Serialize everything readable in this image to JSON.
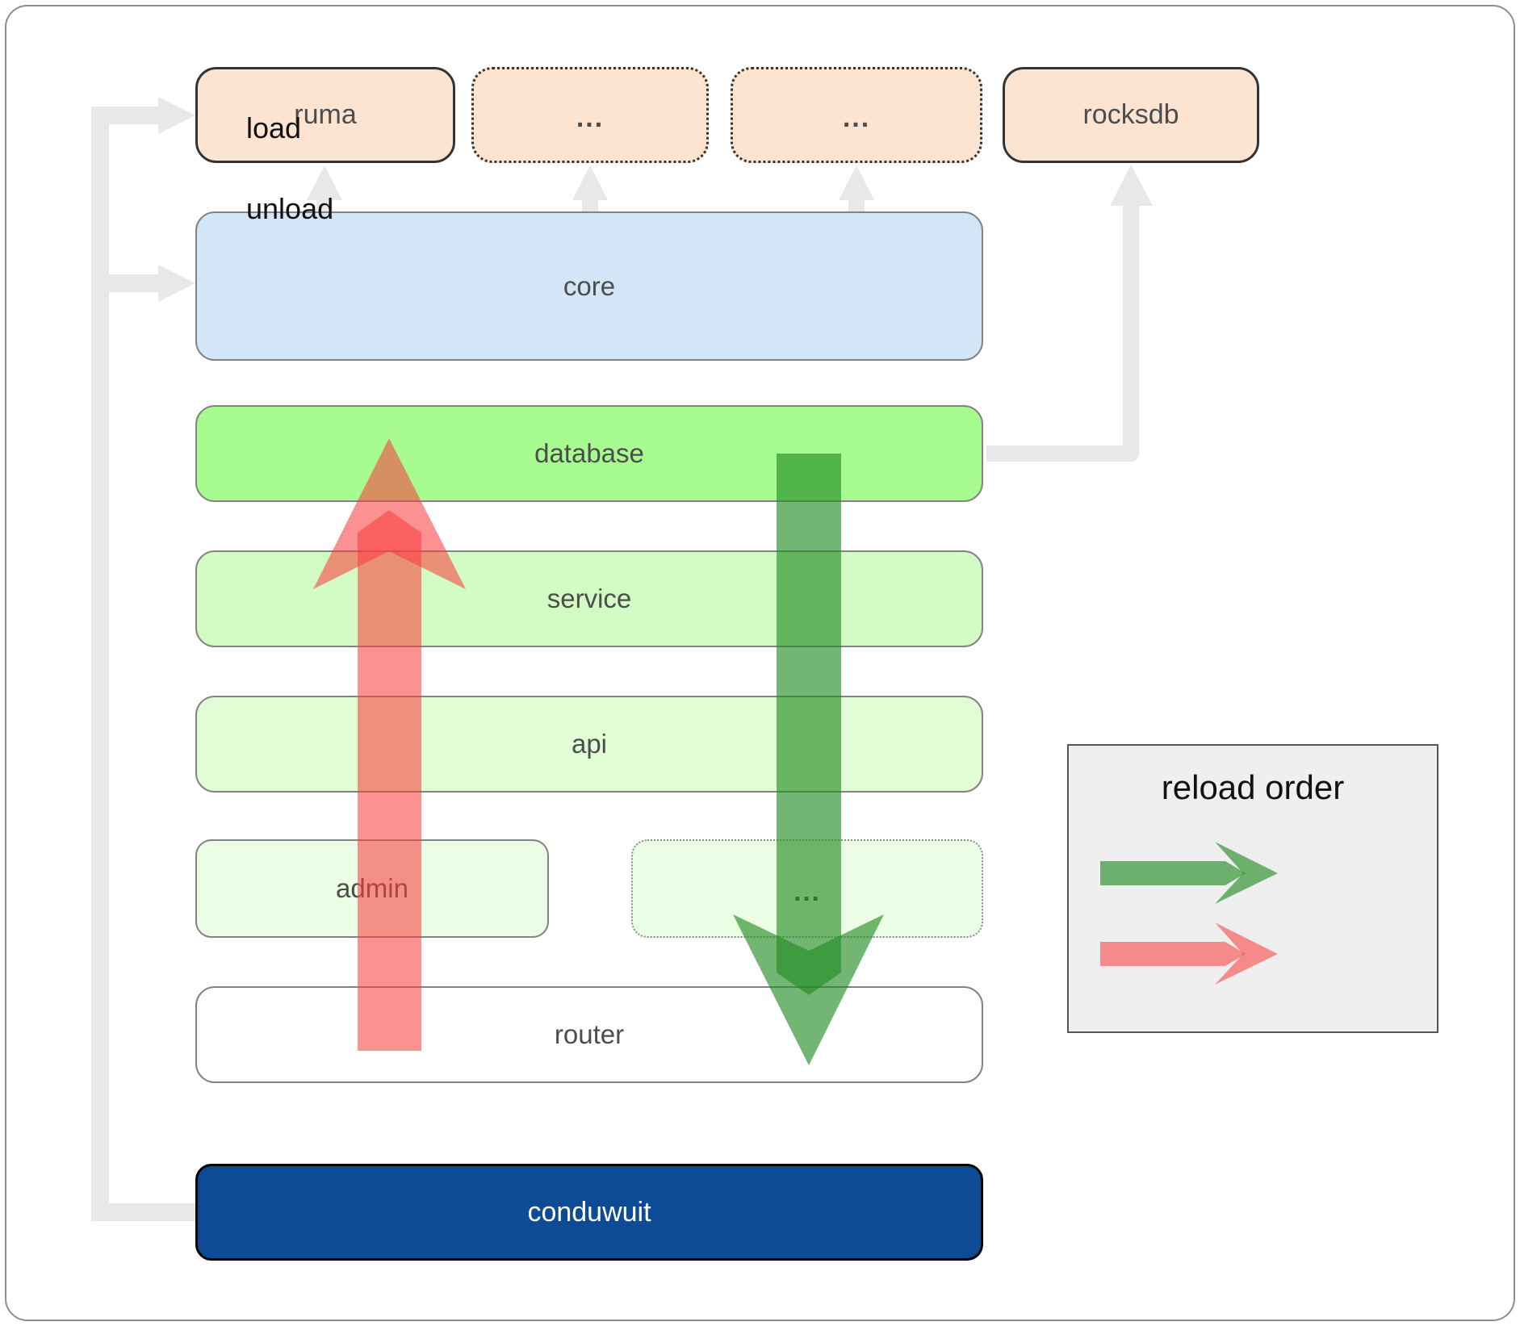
{
  "nodes": {
    "ruma": "ruma",
    "ellipsis_top_1": "...",
    "ellipsis_top_2": "...",
    "rocksdb": "rocksdb",
    "core": "core",
    "database": "database",
    "service": "service",
    "api": "api",
    "admin": "admin",
    "ellipsis_mid": "...",
    "router": "router",
    "conduwuit": "conduwuit"
  },
  "legend": {
    "title": "reload order",
    "load_label": "load",
    "unload_label": "unload"
  },
  "icons": {
    "load_arrow": "green-down-arrow",
    "unload_arrow": "red-up-arrow",
    "dependency_arrows": "gray-elbow-connectors"
  },
  "colors": {
    "peach_fill": "#fce4d1",
    "core_fill": "#d2e6f8",
    "database_fill": "#a7fb8f",
    "service_fill": "#d2fcc4",
    "api_fill": "#e0fdd5",
    "admin_fill": "#ebfde4",
    "router_fill": "#ffffff",
    "conduwuit_fill": "#0d4b96",
    "load_green": "rgba(34,139,34,0.63)",
    "unload_red": "rgba(249,62,62,0.57)",
    "connector_gray": "#e8e8e8",
    "legend_bg": "#efefef"
  }
}
